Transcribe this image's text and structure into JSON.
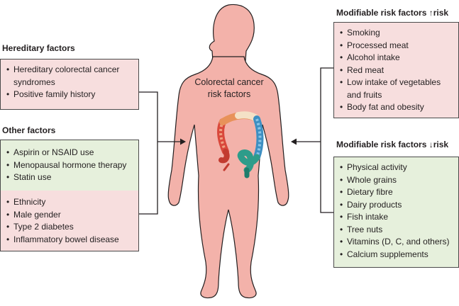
{
  "hereditary": {
    "title": "Hereditary factors",
    "items": [
      "Hereditary colorectal cancer syndromes",
      "Positive family history"
    ]
  },
  "other": {
    "title": "Other factors",
    "protective_items": [
      "Aspirin or NSAID use",
      "Menopausal hormone therapy",
      "Statin use"
    ],
    "risk_items": [
      "Ethnicity",
      "Male gender",
      "Type 2 diabetes",
      "Inflammatory bowel disease"
    ]
  },
  "increase": {
    "title": "Modifiable risk factors ↑risk",
    "items": [
      "Smoking",
      "Processed meat",
      "Alcohol intake",
      "Red meat",
      "Low intake of vegetables and fruits",
      "Body fat and obesity"
    ]
  },
  "decrease": {
    "title": "Modifiable risk factors ↓risk",
    "items": [
      "Physical activity",
      "Whole grains",
      "Dietary fibre",
      "Dairy products",
      "Fish intake",
      "Tree nuts",
      "Vitamins (D, C, and others)",
      "Calcium supplements"
    ]
  },
  "center": {
    "line1": "Colorectal cancer",
    "line2": "risk factors"
  },
  "colors": {
    "risk_box": "#f7dede",
    "protective_box": "#e6f0dc",
    "body": "#f3b2aa",
    "body_outline": "#231f20"
  }
}
